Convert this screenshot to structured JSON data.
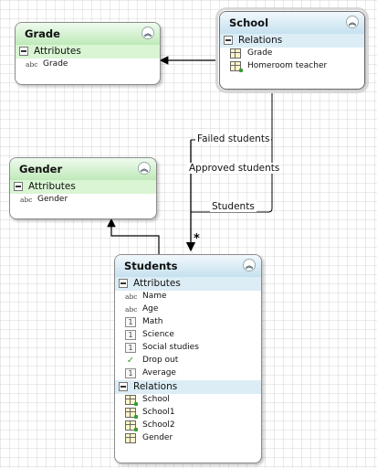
{
  "entities": {
    "grade": {
      "title": "Grade",
      "attributes_label": "Attributes",
      "attributes": [
        {
          "icon": "abc",
          "label": "Grade"
        }
      ]
    },
    "school": {
      "title": "School",
      "relations_label": "Relations",
      "relations": [
        {
          "icon": "table",
          "label": "Grade"
        },
        {
          "icon": "table-many",
          "label": "Homeroom teacher"
        }
      ]
    },
    "gender": {
      "title": "Gender",
      "attributes_label": "Attributes",
      "attributes": [
        {
          "icon": "abc",
          "label": "Gender"
        }
      ]
    },
    "students": {
      "title": "Students",
      "attributes_label": "Attributes",
      "attributes": [
        {
          "icon": "abc",
          "label": "Name"
        },
        {
          "icon": "abc",
          "label": "Age"
        },
        {
          "icon": "number",
          "label": "Math"
        },
        {
          "icon": "number",
          "label": "Science"
        },
        {
          "icon": "number",
          "label": "Social studies"
        },
        {
          "icon": "check",
          "label": "Drop out"
        },
        {
          "icon": "number",
          "label": "Average"
        }
      ],
      "relations_label": "Relations",
      "relations": [
        {
          "icon": "table-many",
          "label": "School"
        },
        {
          "icon": "table-many",
          "label": "School1"
        },
        {
          "icon": "table-many",
          "label": "School2"
        },
        {
          "icon": "table",
          "label": "Gender"
        }
      ]
    }
  },
  "connectors": {
    "failed_students": "Failed students",
    "approved_students": "Approved students",
    "students": "Students",
    "multiplicity": "*"
  },
  "icons": {
    "collapse": "double-chevron-up-icon",
    "expand_section": "minus-box-icon",
    "abc": "abc-type-icon",
    "number": "number-type-icon",
    "check": "checkmark-icon",
    "table": "table-icon",
    "table-many": "table-collection-icon"
  },
  "colors": {
    "header_green": "#bfe9b9",
    "header_blue": "#c5e1ef",
    "section_green": "#d9f5d3",
    "section_blue": "#dcedf6"
  }
}
